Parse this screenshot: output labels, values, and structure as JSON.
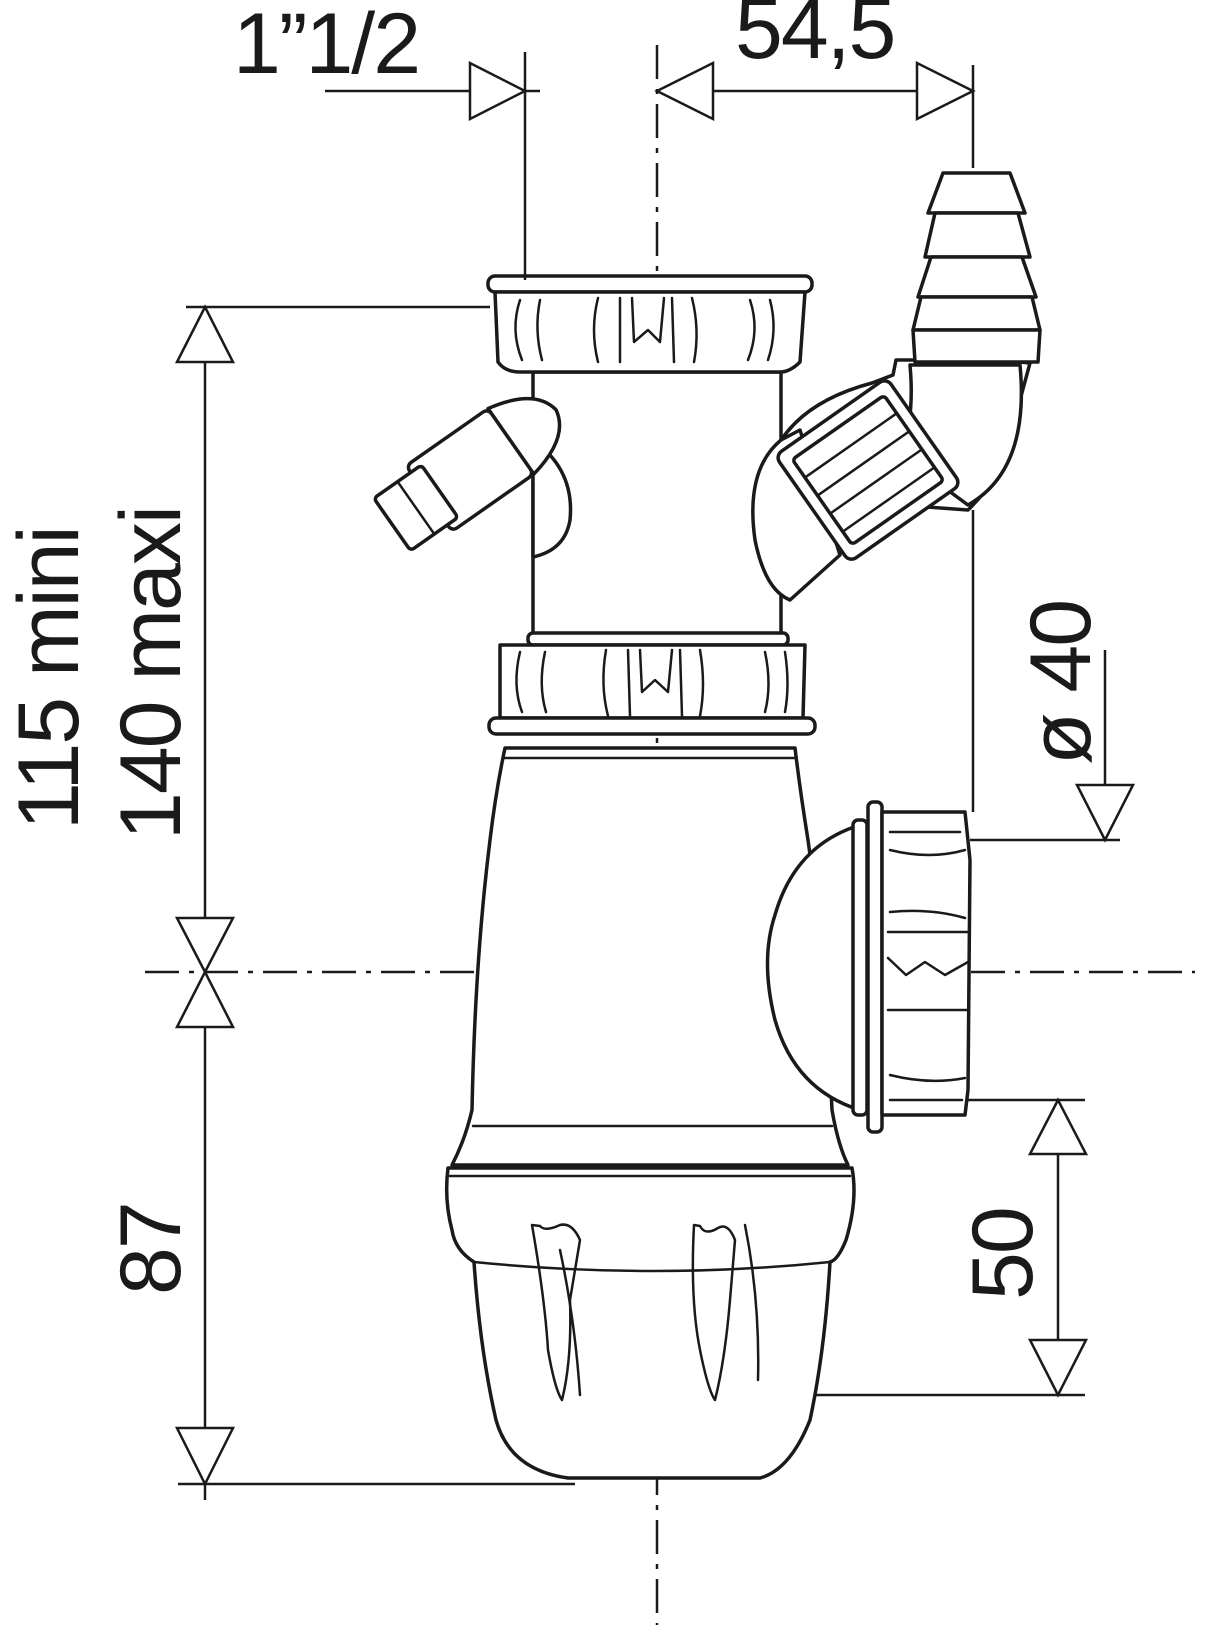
{
  "dimensions": {
    "inlet_thread": "1”1/2",
    "offset": "54,5",
    "height_min": "115 mini",
    "height_max": "140 maxi",
    "trap_depth": "87",
    "outlet_diameter": "ø 40",
    "outlet_drop": "50"
  }
}
